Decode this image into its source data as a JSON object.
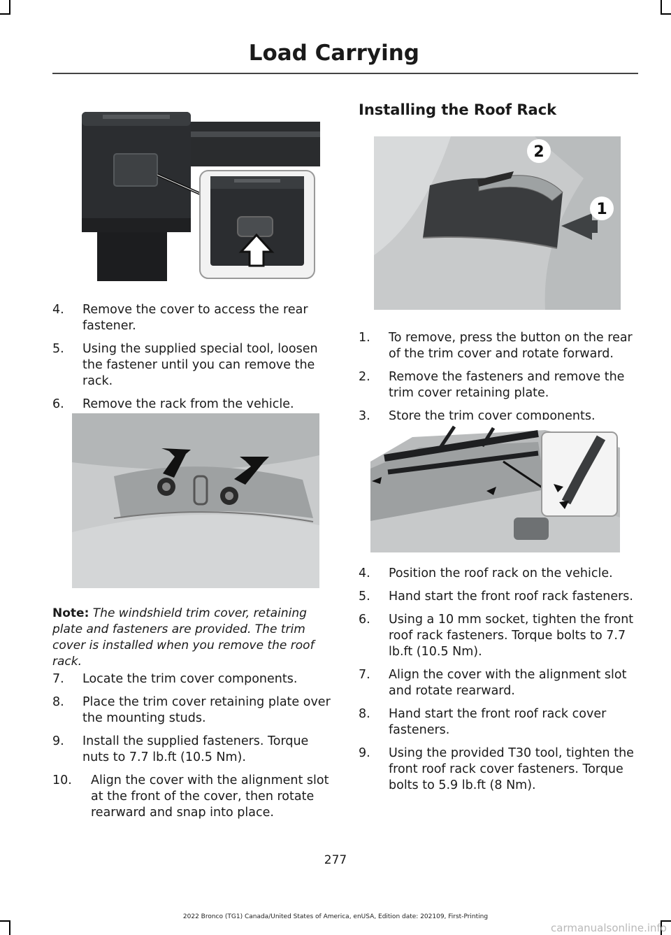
{
  "header": {
    "title": "Load Carrying"
  },
  "section": {
    "heading": "Installing the Roof Rack"
  },
  "figures": {
    "fig2_callouts": {
      "one": "1",
      "two": "2"
    }
  },
  "left_steps_a": [
    {
      "num": "4.",
      "text": "Remove the cover to access the rear fastener."
    },
    {
      "num": "5.",
      "text": "Using the supplied special tool, loosen the fastener until you can remove the rack."
    },
    {
      "num": "6.",
      "text": "Remove the rack from the vehicle."
    }
  ],
  "note": {
    "label": "Note:",
    "text": "The windshield trim cover, retaining plate and fasteners are provided. The trim cover is installed when you remove the roof rack."
  },
  "left_steps_b": [
    {
      "num": "7.",
      "text": "Locate the trim cover components."
    },
    {
      "num": "8.",
      "text": "Place the trim cover retaining plate over the mounting studs."
    },
    {
      "num": "9.",
      "text": "Install the supplied fasteners. Torque nuts to 7.7 lb.ft (10.5 Nm)."
    },
    {
      "num": "10.",
      "text": "Align the cover with the alignment slot at the front of the cover, then rotate rearward and snap into place."
    }
  ],
  "right_steps_a": [
    {
      "num": "1.",
      "text": "To remove, press the button on the rear of the trim cover and rotate forward."
    },
    {
      "num": "2.",
      "text": "Remove the fasteners and remove the trim cover retaining plate."
    },
    {
      "num": "3.",
      "text": "Store the trim cover components."
    }
  ],
  "right_steps_b": [
    {
      "num": "4.",
      "text": "Position the roof rack on the vehicle."
    },
    {
      "num": "5.",
      "text": "Hand start the front roof rack fasteners."
    },
    {
      "num": "6.",
      "text": "Using a 10 mm socket, tighten the front roof rack fasteners. Torque bolts to 7.7 lb.ft (10.5 Nm)."
    },
    {
      "num": "7.",
      "text": "Align the cover with the alignment slot and rotate rearward."
    },
    {
      "num": "8.",
      "text": "Hand start the front roof rack cover fasteners."
    },
    {
      "num": "9.",
      "text": "Using the provided T30 tool, tighten the front roof rack cover fasteners. Torque bolts to 5.9 lb.ft (8 Nm)."
    }
  ],
  "page_number": "277",
  "footer": "2022 Bronco (TG1) Canada/United States of America, enUSA, Edition date: 202109, First-Printing",
  "watermark": "carmanualsonline.info"
}
